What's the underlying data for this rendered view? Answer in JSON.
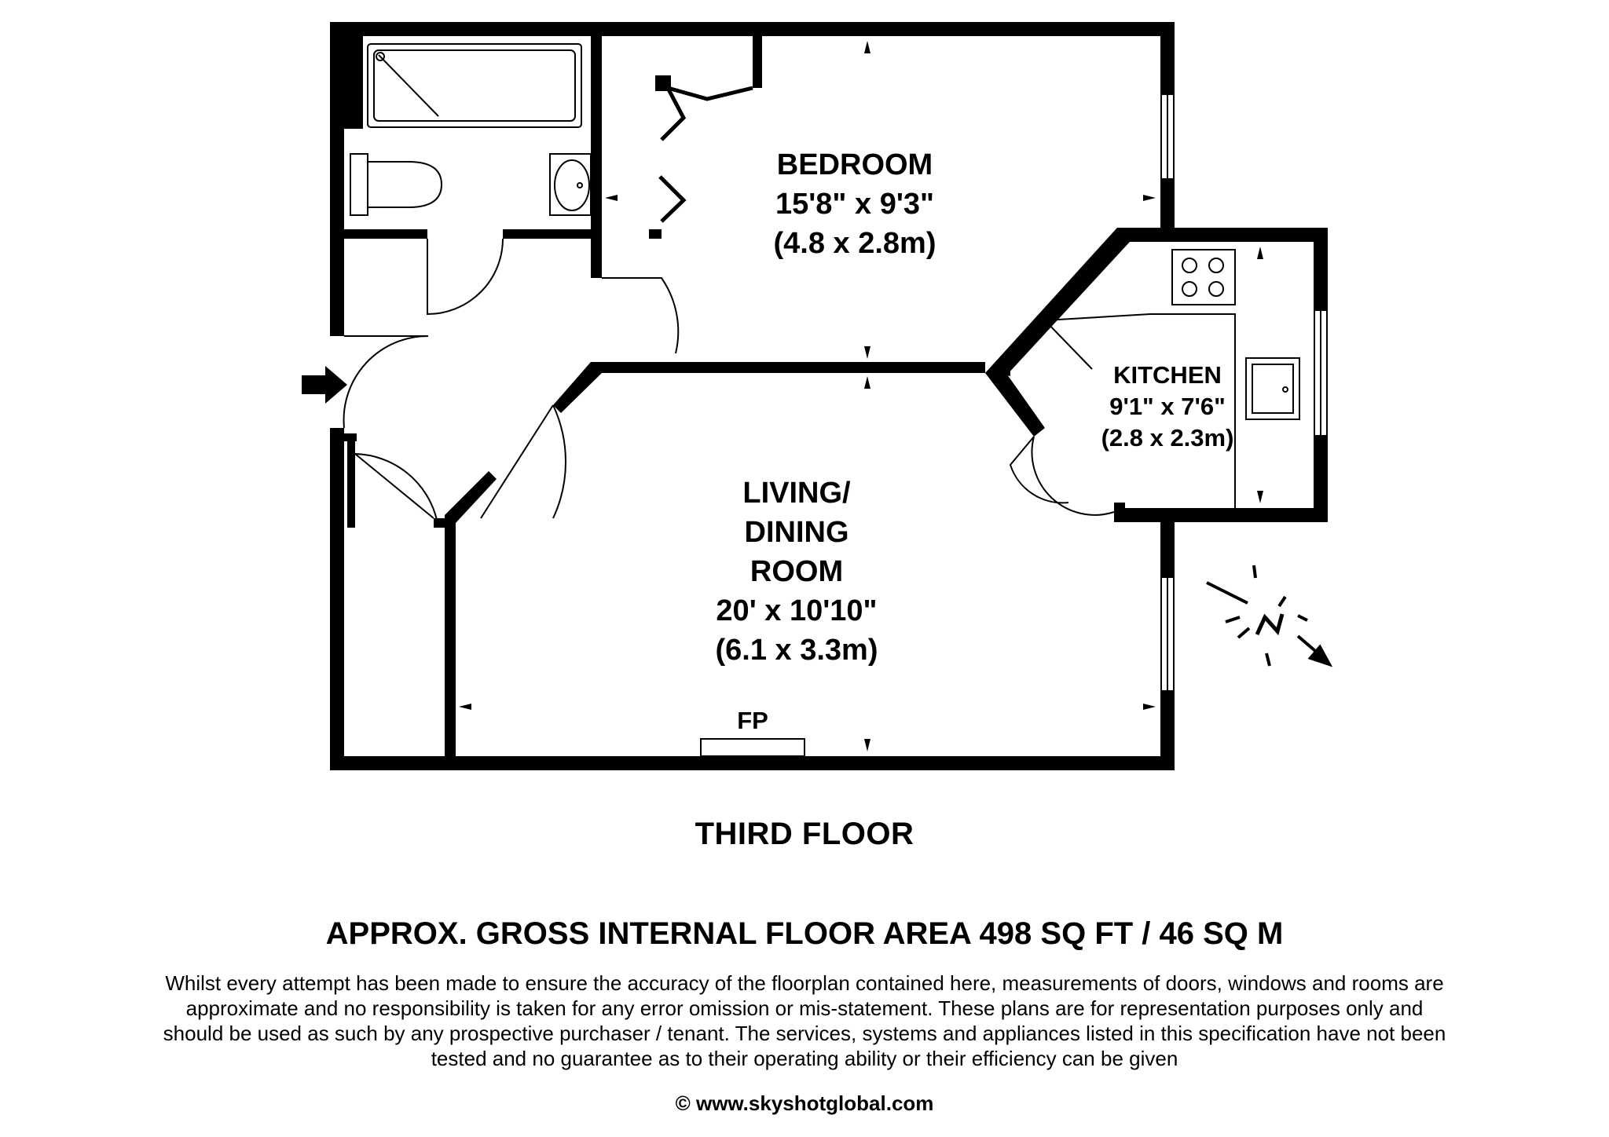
{
  "floor_name": "THIRD FLOOR",
  "area_summary": "APPROX. GROSS INTERNAL FLOOR AREA 498 SQ FT / 46 SQ M",
  "disclaimer": "Whilst every attempt has been made to ensure the accuracy of the floorplan contained here, measurements of doors, windows and rooms are approximate and no responsibility is taken for any error omission or mis-statement. These plans are for representation purposes only and should  be used as such by any prospective purchaser / tenant. The services, systems and appliances listed in this specification have not been tested and no guarantee as to their operating ability or their efficiency can be given",
  "copyright": "© www.skyshotglobal.com",
  "rooms": {
    "bedroom": {
      "name": "BEDROOM",
      "imperial": "15'8\" x 9'3\"",
      "metric": "(4.8 x 2.8m)"
    },
    "kitchen": {
      "name": "KITCHEN",
      "imperial": "9'1\" x 7'6\"",
      "metric": "(2.8 x 2.3m)"
    },
    "living": {
      "name_line1": "LIVING/",
      "name_line2": "DINING",
      "name_line3": "ROOM",
      "imperial": "20' x 10'10\"",
      "metric": "(6.1 x 3.3m)"
    },
    "fireplace": "FP"
  },
  "compass": {
    "label": "N"
  },
  "icons": [
    "entrance-arrow-icon",
    "north-compass-icon",
    "bathtub-icon",
    "toilet-icon",
    "basin-icon",
    "hob-icon",
    "kitchen-sink-icon"
  ],
  "colors": {
    "wall": "#000000",
    "background": "#ffffff"
  }
}
